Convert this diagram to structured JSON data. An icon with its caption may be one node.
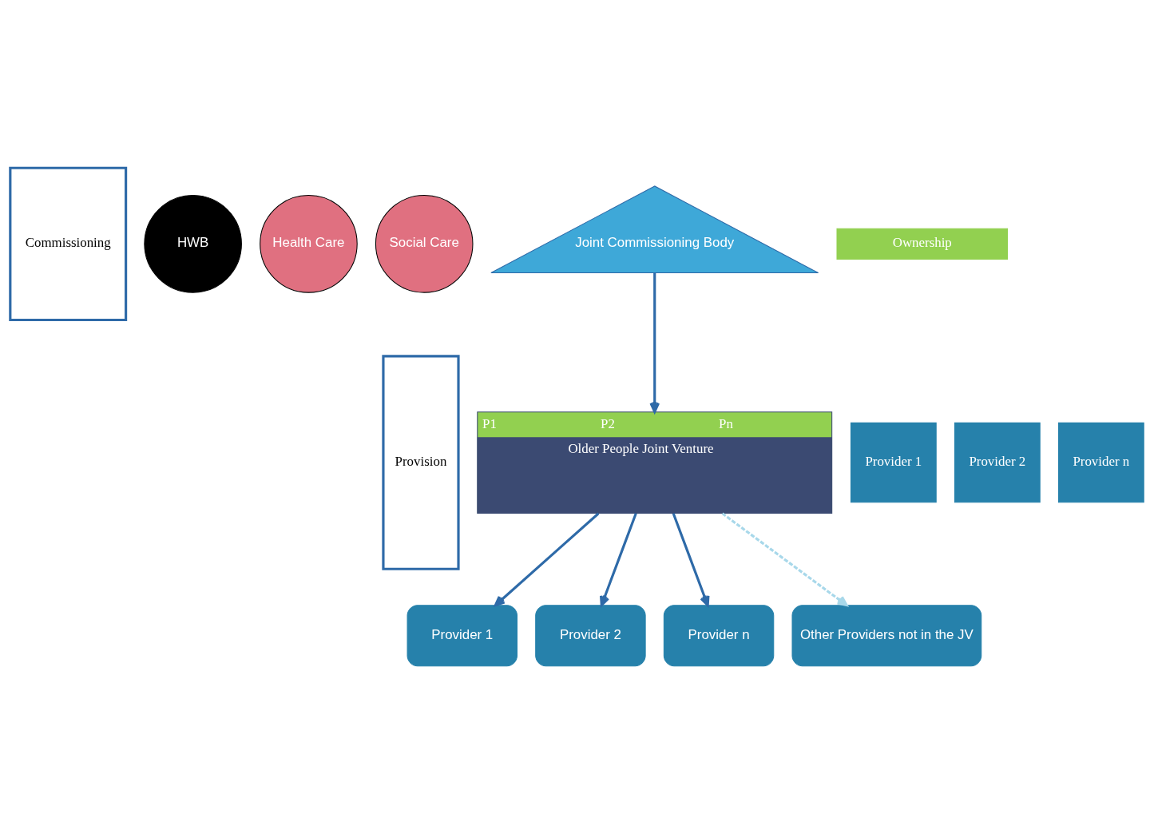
{
  "diagram": {
    "nodes": [
      {
        "text": [
          "Commissioning"
        ]
      },
      {
        "text": [
          "Provision"
        ]
      },
      {
        "text": [
          "HWB"
        ]
      },
      {
        "text": [
          "Health Care"
        ]
      },
      {
        "text": [
          "Social Care"
        ]
      },
      {
        "text": [
          "Joint Commissioning Body"
        ]
      },
      {
        "text": [
          "P1",
          "P2",
          "Pn",
          "Older People Joint Venture"
        ]
      },
      {
        "text": [
          "Ownership"
        ]
      },
      {
        "text": [
          "Provider 1"
        ]
      },
      {
        "text": [
          "Provider 2"
        ]
      },
      {
        "text": [
          "Provider n"
        ]
      },
      {
        "text": [
          "Provider 1"
        ]
      },
      {
        "text": [
          "Provider 2"
        ]
      },
      {
        "text": [
          "Provider n"
        ]
      },
      {
        "text": [
          "Other Providers not in the JV"
        ]
      }
    ],
    "edges": [
      {
        "from": 5,
        "to": 6,
        "arrow": "to"
      },
      {
        "from": 6,
        "to": 11,
        "arrow": "to"
      },
      {
        "from": 6,
        "to": 12,
        "arrow": "to"
      },
      {
        "from": 6,
        "to": 13,
        "arrow": "to"
      },
      {
        "from": 6,
        "to": 14,
        "arrow": "to",
        "style": "dashed",
        "color": "#a8d8ea"
      }
    ]
  }
}
